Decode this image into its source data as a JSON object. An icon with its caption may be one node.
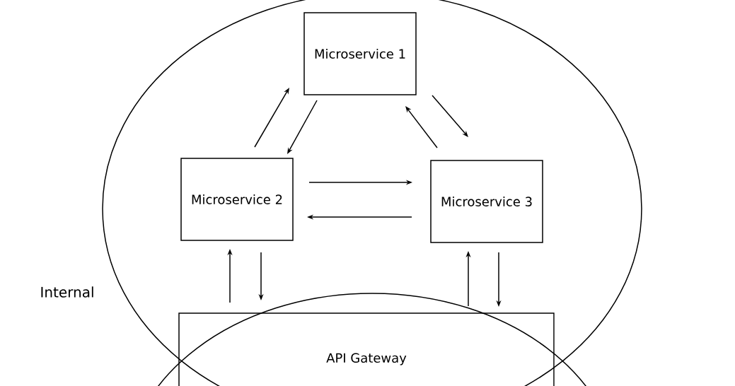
{
  "diagram": {
    "nodes": [
      {
        "text": [],
        "shape": "circle",
        "beside": [
          "Internal"
        ]
      },
      {
        "text": [
          "Microservice 1"
        ],
        "in": 0
      },
      {
        "text": [
          "Microservice 2"
        ],
        "in": 0
      },
      {
        "text": [
          "Microservice 3"
        ],
        "in": 0
      },
      {
        "text": [
          "API Gateway"
        ]
      },
      {
        "text": [],
        "shape": "circle"
      }
    ],
    "edges": [
      {
        "from": 2,
        "to": 1,
        "arrow": "to"
      },
      {
        "from": 1,
        "to": 2,
        "arrow": "to"
      },
      {
        "from": 3,
        "to": 1,
        "arrow": "to"
      },
      {
        "from": 1,
        "to": 3,
        "arrow": "to"
      },
      {
        "from": 2,
        "to": 3,
        "arrow": "to"
      },
      {
        "from": 3,
        "to": 2,
        "arrow": "to"
      },
      {
        "from": 4,
        "to": 2,
        "arrow": "to"
      },
      {
        "from": 2,
        "to": 4,
        "arrow": "to"
      },
      {
        "from": 4,
        "to": 3,
        "arrow": "to"
      },
      {
        "from": 3,
        "to": 4,
        "arrow": "to"
      }
    ]
  }
}
